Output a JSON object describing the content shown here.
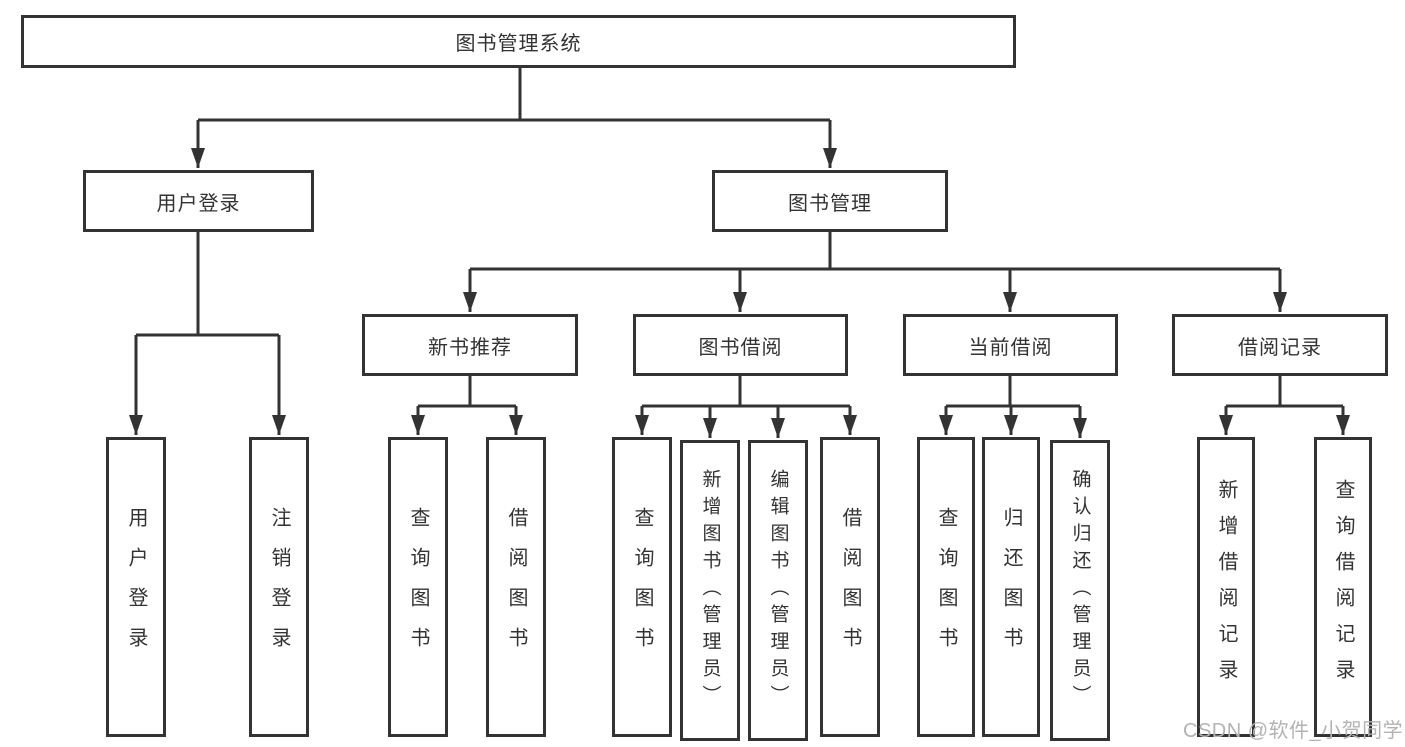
{
  "diagram": {
    "type": "hierarchy-tree",
    "root": {
      "label": "图书管理系统"
    },
    "level2": [
      {
        "label": "用户登录"
      },
      {
        "label": "图书管理"
      }
    ],
    "level3": [
      {
        "label": "新书推荐",
        "parent": "图书管理"
      },
      {
        "label": "图书借阅",
        "parent": "图书管理"
      },
      {
        "label": "当前借阅",
        "parent": "图书管理"
      },
      {
        "label": "借阅记录",
        "parent": "图书管理"
      }
    ],
    "leaves": [
      {
        "label": "用户登录",
        "parent": "用户登录"
      },
      {
        "label": "注销登录",
        "parent": "用户登录"
      },
      {
        "label": "查询图书",
        "parent": "新书推荐"
      },
      {
        "label": "借阅图书",
        "parent": "新书推荐"
      },
      {
        "label": "查询图书",
        "parent": "图书借阅"
      },
      {
        "label": "新增图书（管理员）",
        "parent": "图书借阅"
      },
      {
        "label": "编辑图书（管理员）",
        "parent": "图书借阅"
      },
      {
        "label": "借阅图书",
        "parent": "图书借阅"
      },
      {
        "label": "查询图书",
        "parent": "当前借阅"
      },
      {
        "label": "归还图书",
        "parent": "当前借阅"
      },
      {
        "label": "确认归还（管理员）",
        "parent": "当前借阅"
      },
      {
        "label": "新增借阅记录",
        "parent": "借阅记录"
      },
      {
        "label": "查询借阅记录",
        "parent": "借阅记录"
      }
    ]
  },
  "watermark": {
    "text": "CSDN @软件_小贺同学"
  },
  "colors": {
    "line": "#333333",
    "box_border": "#333333",
    "text": "#333333",
    "watermark": "#b3b3b3",
    "background": "#ffffff"
  }
}
